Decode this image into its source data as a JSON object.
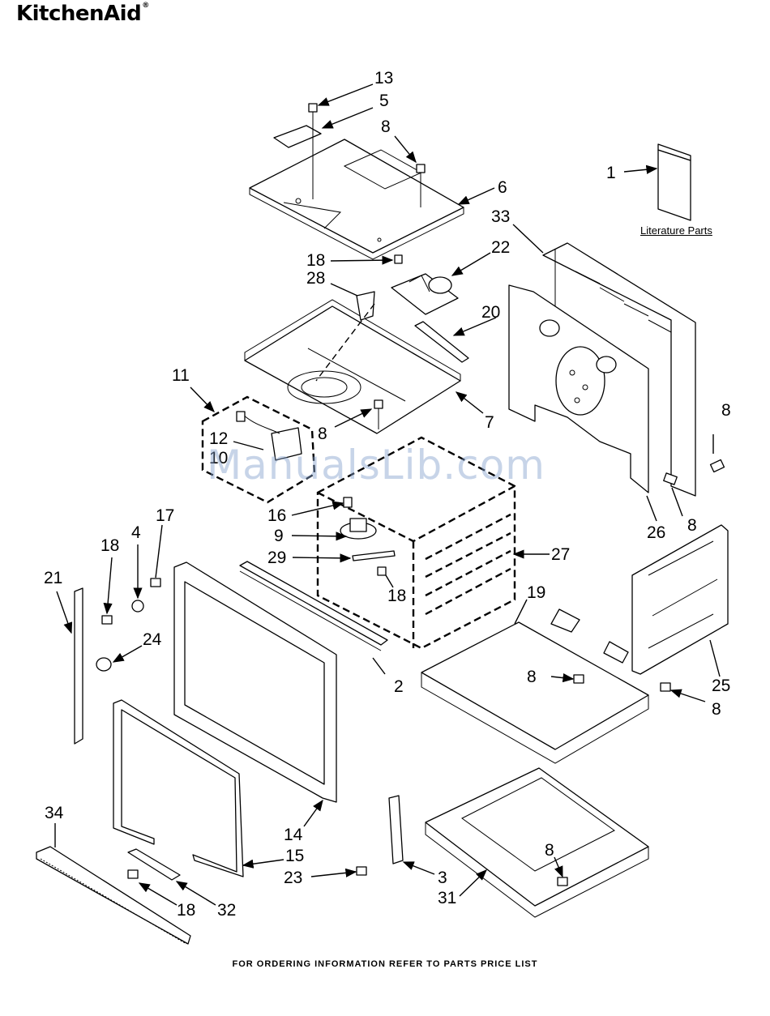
{
  "brand": "KitchenAid",
  "brand_mark": "®",
  "literature_label": "Literature Parts",
  "footer": "FOR ORDERING INFORMATION REFER TO PARTS PRICE LIST",
  "watermark": "ManualsLib.com",
  "callouts": [
    "13",
    "5",
    "8",
    "6",
    "1",
    "33",
    "18",
    "22",
    "28",
    "20",
    "11",
    "7",
    "8",
    "12",
    "10",
    "8",
    "16",
    "9",
    "29",
    "27",
    "26",
    "8",
    "18",
    "4",
    "17",
    "21",
    "24",
    "18",
    "19",
    "2",
    "8",
    "25",
    "8",
    "14",
    "15",
    "23",
    "3",
    "8",
    "31",
    "34",
    "18",
    "32"
  ]
}
